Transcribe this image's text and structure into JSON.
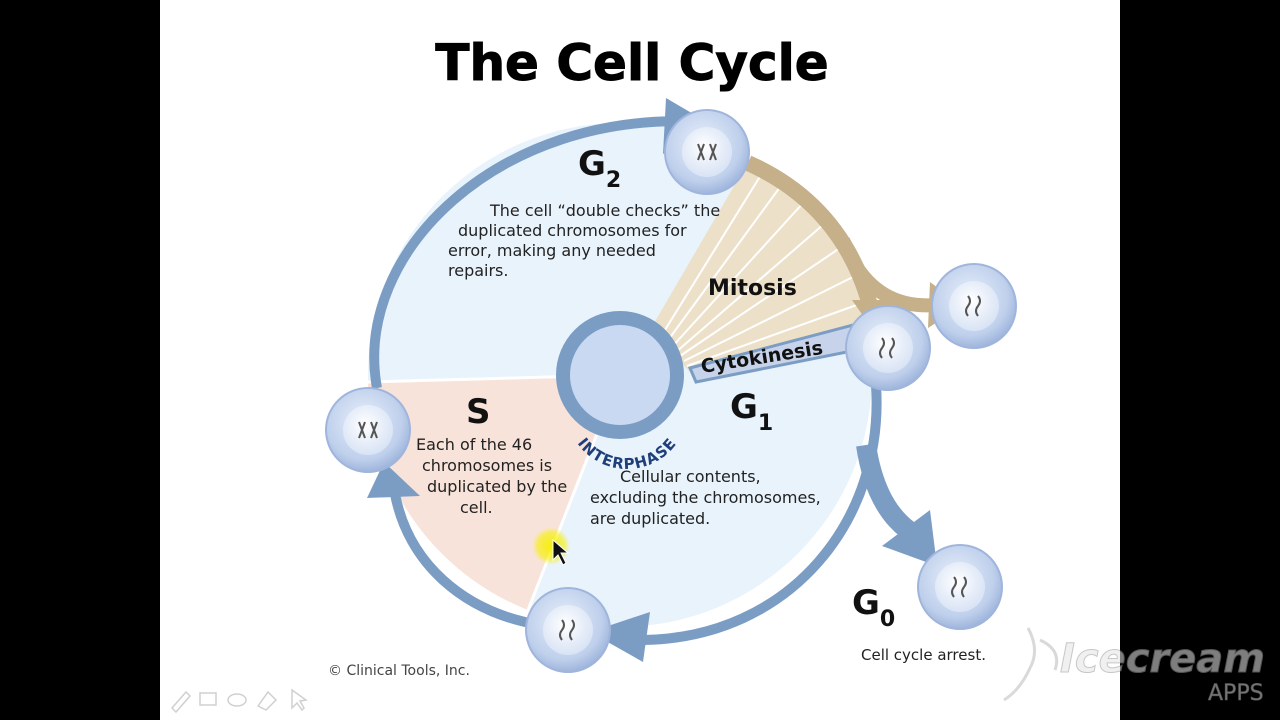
{
  "title": "The Cell Cycle",
  "phases": {
    "g2": {
      "letter": "G",
      "sub": "2",
      "description": [
        "The cell “double checks” the",
        "duplicated chromosomes for",
        "error, making any needed",
        "repairs."
      ]
    },
    "s": {
      "letter": "S",
      "description": [
        "Each of the 46",
        "chromosomes is",
        "duplicated by the",
        "cell."
      ]
    },
    "g1": {
      "letter": "G",
      "sub": "1",
      "description": [
        "Cellular contents,",
        "excluding the chromosomes,",
        "are duplicated."
      ]
    },
    "g0": {
      "letter": "G",
      "sub": "0",
      "description": "Cell cycle arrest."
    },
    "mitosis": "Mitosis",
    "cytokinesis": "Cytokinesis",
    "interphase": "INTERPHASE"
  },
  "copyright": "© Clinical Tools, Inc.",
  "watermark": {
    "brand": "Icecream",
    "sub": "APPS"
  },
  "colors": {
    "arrow_blue": "#7b9dc4",
    "cycle_fill": "#e9f3fc",
    "s_fill": "#f8e3da",
    "mitosis_fill": "#ede0c9",
    "mitosis_arrow": "#c6b08a",
    "cell_fill": "#c9d9f2",
    "highlight": "#f7f000"
  },
  "icons": [
    "pen-icon",
    "screen-icon",
    "eraser-icon",
    "shape-icon",
    "cursor-icon"
  ]
}
